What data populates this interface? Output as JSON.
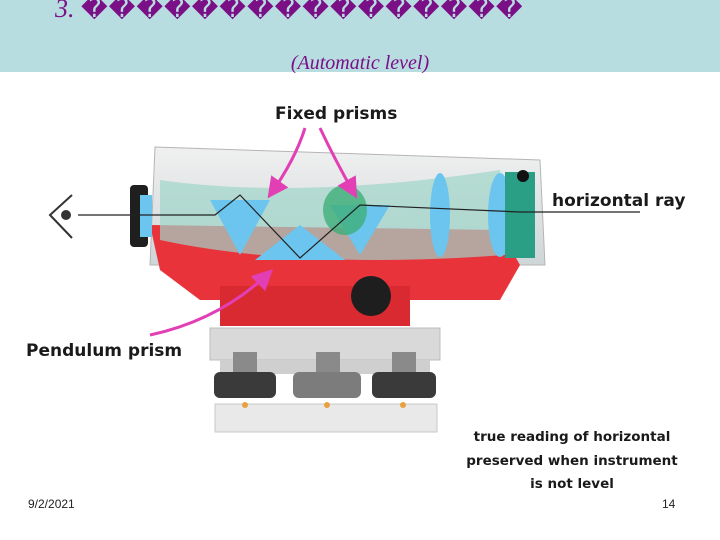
{
  "slide": {
    "title_number": "3.",
    "title_glyphs": "����������������",
    "subtitle": "(Automatic level)"
  },
  "labels": {
    "fixed_prisms": "Fixed prisms",
    "horizontal_ray": "horizontal ray",
    "pendulum_prism": "Pendulum prism",
    "note_line1": "true reading of horizontal",
    "note_line2": "preserved when instrument",
    "note_line3": "is not level"
  },
  "footer": {
    "date": "9/2/2021",
    "page": "14"
  },
  "colors": {
    "header_bg": "#b7dde0",
    "title": "#7a0f86",
    "body_red": "#e8333a",
    "glass": "#6cc5ee",
    "arrow": "#e23fb4"
  }
}
